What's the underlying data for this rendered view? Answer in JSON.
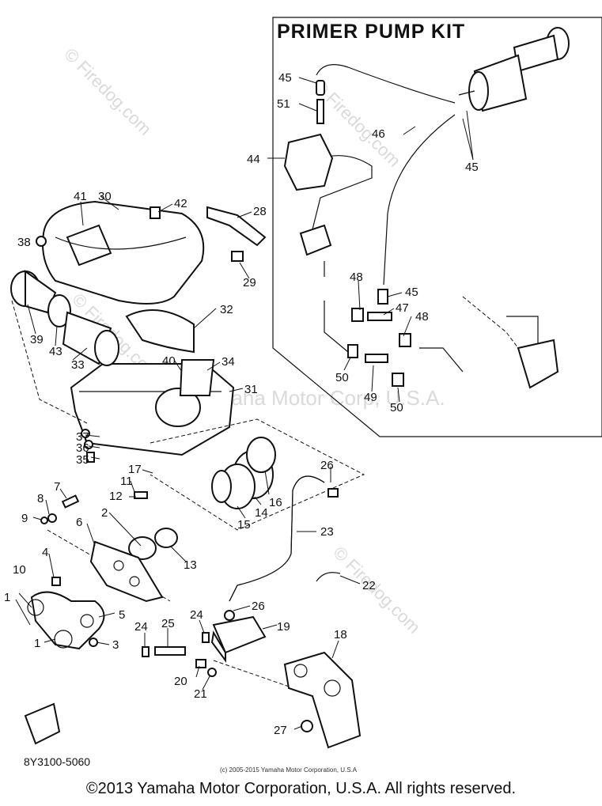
{
  "kit_title": "PRIMER PUMP KIT",
  "diagram_code": "8Y3100-5060",
  "small_copyright": "(c) 2005-2015 Yamaha Motor Corporation, U.S.A",
  "footer_copyright": "©2013 Yamaha Motor Corporation, U.S.A. All rights reserved.",
  "watermarks": [
    "© Firedog.com",
    "© Firedog.com",
    "© Firedog.com",
    "© Firedog.com",
    "© Yamaha Motor Corp, U.S.A."
  ],
  "callouts": {
    "n1a": "1",
    "n1b": "1",
    "n2": "2",
    "n3": "3",
    "n4": "4",
    "n5": "5",
    "n6": "6",
    "n7": "7",
    "n8": "8",
    "n9": "9",
    "n10": "10",
    "n11": "11",
    "n12": "12",
    "n13": "13",
    "n14": "14",
    "n15": "15",
    "n16": "16",
    "n17": "17",
    "n18": "18",
    "n19": "19",
    "n20": "20",
    "n21": "21",
    "n22": "22",
    "n23": "23",
    "n24a": "24",
    "n24b": "24",
    "n25": "25",
    "n26a": "26",
    "n26b": "26",
    "n27": "27",
    "n28": "28",
    "n29": "29",
    "n30": "30",
    "n31": "31",
    "n32": "32",
    "n33": "33",
    "n34": "34",
    "n35": "35",
    "n36": "36",
    "n37": "37",
    "n38": "38",
    "n39": "39",
    "n40": "40",
    "n41": "41",
    "n42": "42",
    "n43": "43",
    "n44": "44",
    "n45a": "45",
    "n45b": "45",
    "n45c": "45",
    "n46": "46",
    "n47": "47",
    "n48a": "48",
    "n48b": "48",
    "n49": "49",
    "n50a": "50",
    "n50b": "50",
    "n51": "51"
  }
}
